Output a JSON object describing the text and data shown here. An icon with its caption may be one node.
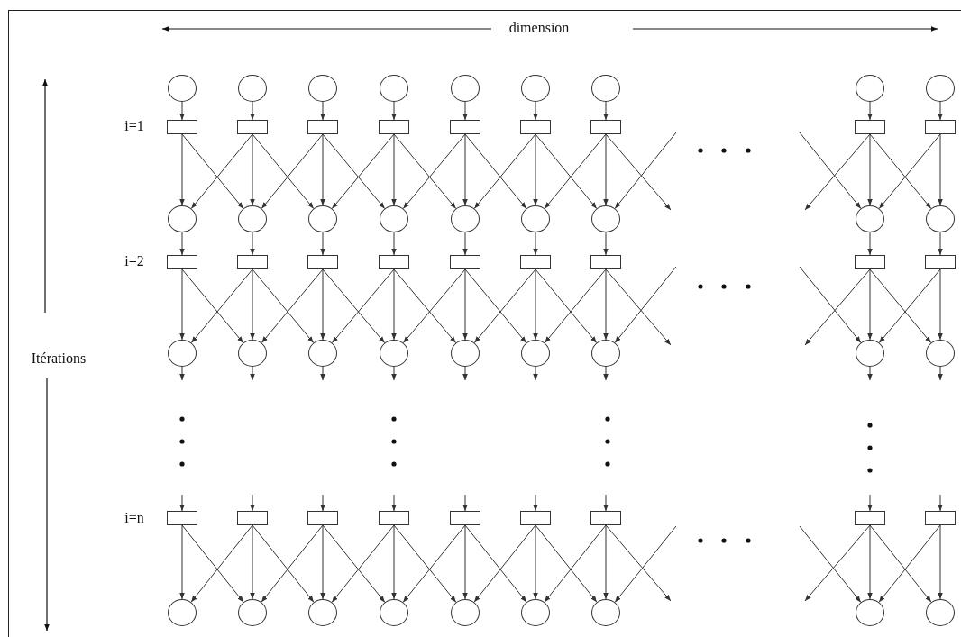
{
  "diagram": {
    "nodes": [
      {
        "text": [],
        "shape": "circle"
      },
      {
        "text": [],
        "shape": "circle"
      },
      {
        "text": [],
        "shape": "circle"
      },
      {
        "text": [],
        "shape": "circle"
      },
      {
        "text": [],
        "shape": "circle"
      },
      {
        "text": [],
        "shape": "circle"
      },
      {
        "text": [],
        "shape": "circle"
      },
      {
        "text": [],
        "shape": "circle"
      },
      {
        "text": [],
        "shape": "circle"
      },
      {
        "text": [],
        "shape": "box"
      },
      {
        "text": [],
        "shape": "box"
      },
      {
        "text": [],
        "shape": "box"
      },
      {
        "text": [],
        "shape": "box"
      },
      {
        "text": [],
        "shape": "box"
      },
      {
        "text": [],
        "shape": "box"
      },
      {
        "text": [],
        "shape": "box"
      },
      {
        "text": [],
        "shape": "box"
      },
      {
        "text": [],
        "shape": "box"
      },
      {
        "text": [],
        "shape": "circle"
      },
      {
        "text": [],
        "shape": "circle"
      },
      {
        "text": [],
        "shape": "circle"
      },
      {
        "text": [],
        "shape": "circle"
      },
      {
        "text": [],
        "shape": "circle"
      },
      {
        "text": [],
        "shape": "circle"
      },
      {
        "text": [],
        "shape": "circle"
      },
      {
        "text": [],
        "shape": "circle"
      },
      {
        "text": [],
        "shape": "circle"
      },
      {
        "text": [],
        "shape": "box"
      },
      {
        "text": [],
        "shape": "box"
      },
      {
        "text": [],
        "shape": "box"
      },
      {
        "text": [],
        "shape": "box"
      },
      {
        "text": [],
        "shape": "box"
      },
      {
        "text": [],
        "shape": "box"
      },
      {
        "text": [],
        "shape": "box"
      },
      {
        "text": [],
        "shape": "box"
      },
      {
        "text": [],
        "shape": "box"
      },
      {
        "text": [],
        "shape": "circle"
      },
      {
        "text": [],
        "shape": "circle"
      },
      {
        "text": [],
        "shape": "circle"
      },
      {
        "text": [],
        "shape": "circle"
      },
      {
        "text": [],
        "shape": "circle"
      },
      {
        "text": [],
        "shape": "circle"
      },
      {
        "text": [],
        "shape": "circle"
      },
      {
        "text": [],
        "shape": "circle"
      },
      {
        "text": [],
        "shape": "circle"
      },
      {
        "text": [],
        "shape": "box"
      },
      {
        "text": [],
        "shape": "box"
      },
      {
        "text": [],
        "shape": "box"
      },
      {
        "text": [],
        "shape": "box"
      },
      {
        "text": [],
        "shape": "box"
      },
      {
        "text": [],
        "shape": "box"
      },
      {
        "text": [],
        "shape": "box"
      },
      {
        "text": [],
        "shape": "box"
      },
      {
        "text": [],
        "shape": "box"
      },
      {
        "text": [],
        "shape": "circle"
      },
      {
        "text": [],
        "shape": "circle"
      },
      {
        "text": [],
        "shape": "circle"
      },
      {
        "text": [],
        "shape": "circle"
      },
      {
        "text": [],
        "shape": "circle"
      },
      {
        "text": [],
        "shape": "circle"
      },
      {
        "text": [],
        "shape": "circle"
      },
      {
        "text": [],
        "shape": "circle"
      },
      {
        "text": [],
        "shape": "circle"
      }
    ],
    "edges": [
      {
        "from": 0,
        "to": 9,
        "arrow": "to"
      },
      {
        "from": 1,
        "to": 10,
        "arrow": "to"
      },
      {
        "from": 2,
        "to": 11,
        "arrow": "to"
      },
      {
        "from": 3,
        "to": 12,
        "arrow": "to"
      },
      {
        "from": 4,
        "to": 13,
        "arrow": "to"
      },
      {
        "from": 5,
        "to": 14,
        "arrow": "to"
      },
      {
        "from": 6,
        "to": 15,
        "arrow": "to"
      },
      {
        "from": 7,
        "to": 16,
        "arrow": "to"
      },
      {
        "from": 8,
        "to": 17,
        "arrow": "to"
      },
      {
        "from": 9,
        "to": 18,
        "arrow": "to"
      },
      {
        "from": 10,
        "to": 19,
        "arrow": "to"
      },
      {
        "from": 11,
        "to": 20,
        "arrow": "to"
      },
      {
        "from": 12,
        "to": 21,
        "arrow": "to"
      },
      {
        "from": 13,
        "to": 22,
        "arrow": "to"
      },
      {
        "from": 14,
        "to": 23,
        "arrow": "to"
      },
      {
        "from": 15,
        "to": 24,
        "arrow": "to"
      },
      {
        "from": 16,
        "to": 25,
        "arrow": "to"
      },
      {
        "from": 17,
        "to": 26,
        "arrow": "to"
      },
      {
        "from": 9,
        "to": 19,
        "arrow": "to"
      },
      {
        "from": 10,
        "to": 20,
        "arrow": "to"
      },
      {
        "from": 11,
        "to": 21,
        "arrow": "to"
      },
      {
        "from": 12,
        "to": 22,
        "arrow": "to"
      },
      {
        "from": 13,
        "to": 23,
        "arrow": "to"
      },
      {
        "from": 14,
        "to": 24,
        "arrow": "to"
      },
      {
        "from": 15,
        "to": null,
        "arrow": "to"
      },
      {
        "from": 10,
        "to": 18,
        "arrow": "to"
      },
      {
        "from": 11,
        "to": 19,
        "arrow": "to"
      },
      {
        "from": 12,
        "to": 20,
        "arrow": "to"
      },
      {
        "from": 13,
        "to": 21,
        "arrow": "to"
      },
      {
        "from": 14,
        "to": 22,
        "arrow": "to"
      },
      {
        "from": 15,
        "to": 23,
        "arrow": "to"
      },
      {
        "from": null,
        "to": 24,
        "arrow": "to"
      },
      {
        "from": 16,
        "to": null,
        "arrow": "to"
      },
      {
        "from": null,
        "to": 25,
        "arrow": "to"
      },
      {
        "from": 16,
        "to": 26,
        "arrow": "to"
      },
      {
        "from": 17,
        "to": 25,
        "arrow": "to"
      },
      {
        "from": 18,
        "to": 27,
        "arrow": "to"
      },
      {
        "from": 19,
        "to": 28,
        "arrow": "to"
      },
      {
        "from": 20,
        "to": 29,
        "arrow": "to"
      },
      {
        "from": 21,
        "to": 30,
        "arrow": "to"
      },
      {
        "from": 22,
        "to": 31,
        "arrow": "to"
      },
      {
        "from": 23,
        "to": 32,
        "arrow": "to"
      },
      {
        "from": 24,
        "to": 33,
        "arrow": "to"
      },
      {
        "from": 25,
        "to": 34,
        "arrow": "to"
      },
      {
        "from": 26,
        "to": 35,
        "arrow": "to"
      },
      {
        "from": 27,
        "to": 36,
        "arrow": "to"
      },
      {
        "from": 28,
        "to": 37,
        "arrow": "to"
      },
      {
        "from": 29,
        "to": 38,
        "arrow": "to"
      },
      {
        "from": 30,
        "to": 39,
        "arrow": "to"
      },
      {
        "from": 31,
        "to": 40,
        "arrow": "to"
      },
      {
        "from": 32,
        "to": 41,
        "arrow": "to"
      },
      {
        "from": 33,
        "to": 42,
        "arrow": "to"
      },
      {
        "from": 34,
        "to": 43,
        "arrow": "to"
      },
      {
        "from": 35,
        "to": 44,
        "arrow": "to"
      },
      {
        "from": 27,
        "to": 37,
        "arrow": "to"
      },
      {
        "from": 28,
        "to": 38,
        "arrow": "to"
      },
      {
        "from": 29,
        "to": 39,
        "arrow": "to"
      },
      {
        "from": 30,
        "to": 40,
        "arrow": "to"
      },
      {
        "from": 31,
        "to": 41,
        "arrow": "to"
      },
      {
        "from": 32,
        "to": 42,
        "arrow": "to"
      },
      {
        "from": 33,
        "to": null,
        "arrow": "to"
      },
      {
        "from": 28,
        "to": 36,
        "arrow": "to"
      },
      {
        "from": 29,
        "to": 37,
        "arrow": "to"
      },
      {
        "from": 30,
        "to": 38,
        "arrow": "to"
      },
      {
        "from": 31,
        "to": 39,
        "arrow": "to"
      },
      {
        "from": 32,
        "to": 40,
        "arrow": "to"
      },
      {
        "from": 33,
        "to": 41,
        "arrow": "to"
      },
      {
        "from": null,
        "to": 42,
        "arrow": "to"
      },
      {
        "from": 34,
        "to": null,
        "arrow": "to"
      },
      {
        "from": null,
        "to": 43,
        "arrow": "to"
      },
      {
        "from": 34,
        "to": 44,
        "arrow": "to"
      },
      {
        "from": 35,
        "to": 43,
        "arrow": "to"
      },
      {
        "from": 36,
        "to": null,
        "arrow": "to"
      },
      {
        "from": 37,
        "to": null,
        "arrow": "to"
      },
      {
        "from": 38,
        "to": null,
        "arrow": "to"
      },
      {
        "from": 39,
        "to": null,
        "arrow": "to"
      },
      {
        "from": 40,
        "to": null,
        "arrow": "to"
      },
      {
        "from": 41,
        "to": null,
        "arrow": "to"
      },
      {
        "from": 42,
        "to": null,
        "arrow": "to"
      },
      {
        "from": 43,
        "to": null,
        "arrow": "to"
      },
      {
        "from": 44,
        "to": null,
        "arrow": "to"
      },
      {
        "from": null,
        "to": 45,
        "arrow": "to"
      },
      {
        "from": null,
        "to": 46,
        "arrow": "to"
      },
      {
        "from": null,
        "to": 47,
        "arrow": "to"
      },
      {
        "from": null,
        "to": 48,
        "arrow": "to"
      },
      {
        "from": null,
        "to": 49,
        "arrow": "to"
      },
      {
        "from": null,
        "to": 50,
        "arrow": "to"
      },
      {
        "from": null,
        "to": 51,
        "arrow": "to"
      },
      {
        "from": null,
        "to": 52,
        "arrow": "to"
      },
      {
        "from": null,
        "to": 53,
        "arrow": "to"
      },
      {
        "from": 45,
        "to": 54,
        "arrow": "to"
      },
      {
        "from": 46,
        "to": 55,
        "arrow": "to"
      },
      {
        "from": 47,
        "to": 56,
        "arrow": "to"
      },
      {
        "from": 48,
        "to": 57,
        "arrow": "to"
      },
      {
        "from": 49,
        "to": 58,
        "arrow": "to"
      },
      {
        "from": 50,
        "to": 59,
        "arrow": "to"
      },
      {
        "from": 51,
        "to": 60,
        "arrow": "to"
      },
      {
        "from": 52,
        "to": 61,
        "arrow": "to"
      },
      {
        "from": 53,
        "to": 62,
        "arrow": "to"
      },
      {
        "from": 45,
        "to": 55,
        "arrow": "to"
      },
      {
        "from": 46,
        "to": 56,
        "arrow": "to"
      },
      {
        "from": 47,
        "to": 57,
        "arrow": "to"
      },
      {
        "from": 48,
        "to": 58,
        "arrow": "to"
      },
      {
        "from": 49,
        "to": 59,
        "arrow": "to"
      },
      {
        "from": 50,
        "to": 60,
        "arrow": "to"
      },
      {
        "from": 51,
        "to": null,
        "arrow": "to"
      },
      {
        "from": 46,
        "to": 54,
        "arrow": "to"
      },
      {
        "from": 47,
        "to": 55,
        "arrow": "to"
      },
      {
        "from": 48,
        "to": 56,
        "arrow": "to"
      },
      {
        "from": 49,
        "to": 57,
        "arrow": "to"
      },
      {
        "from": 50,
        "to": 58,
        "arrow": "to"
      },
      {
        "from": 51,
        "to": 59,
        "arrow": "to"
      },
      {
        "from": null,
        "to": 60,
        "arrow": "to"
      },
      {
        "from": 52,
        "to": null,
        "arrow": "to"
      },
      {
        "from": null,
        "to": 61,
        "arrow": "to"
      },
      {
        "from": 52,
        "to": 62,
        "arrow": "to"
      },
      {
        "from": 53,
        "to": 61,
        "arrow": "to"
      }
    ],
    "labels": [
      "dimension",
      "i=1",
      "i=2",
      "Itérations",
      "i=n"
    ]
  }
}
